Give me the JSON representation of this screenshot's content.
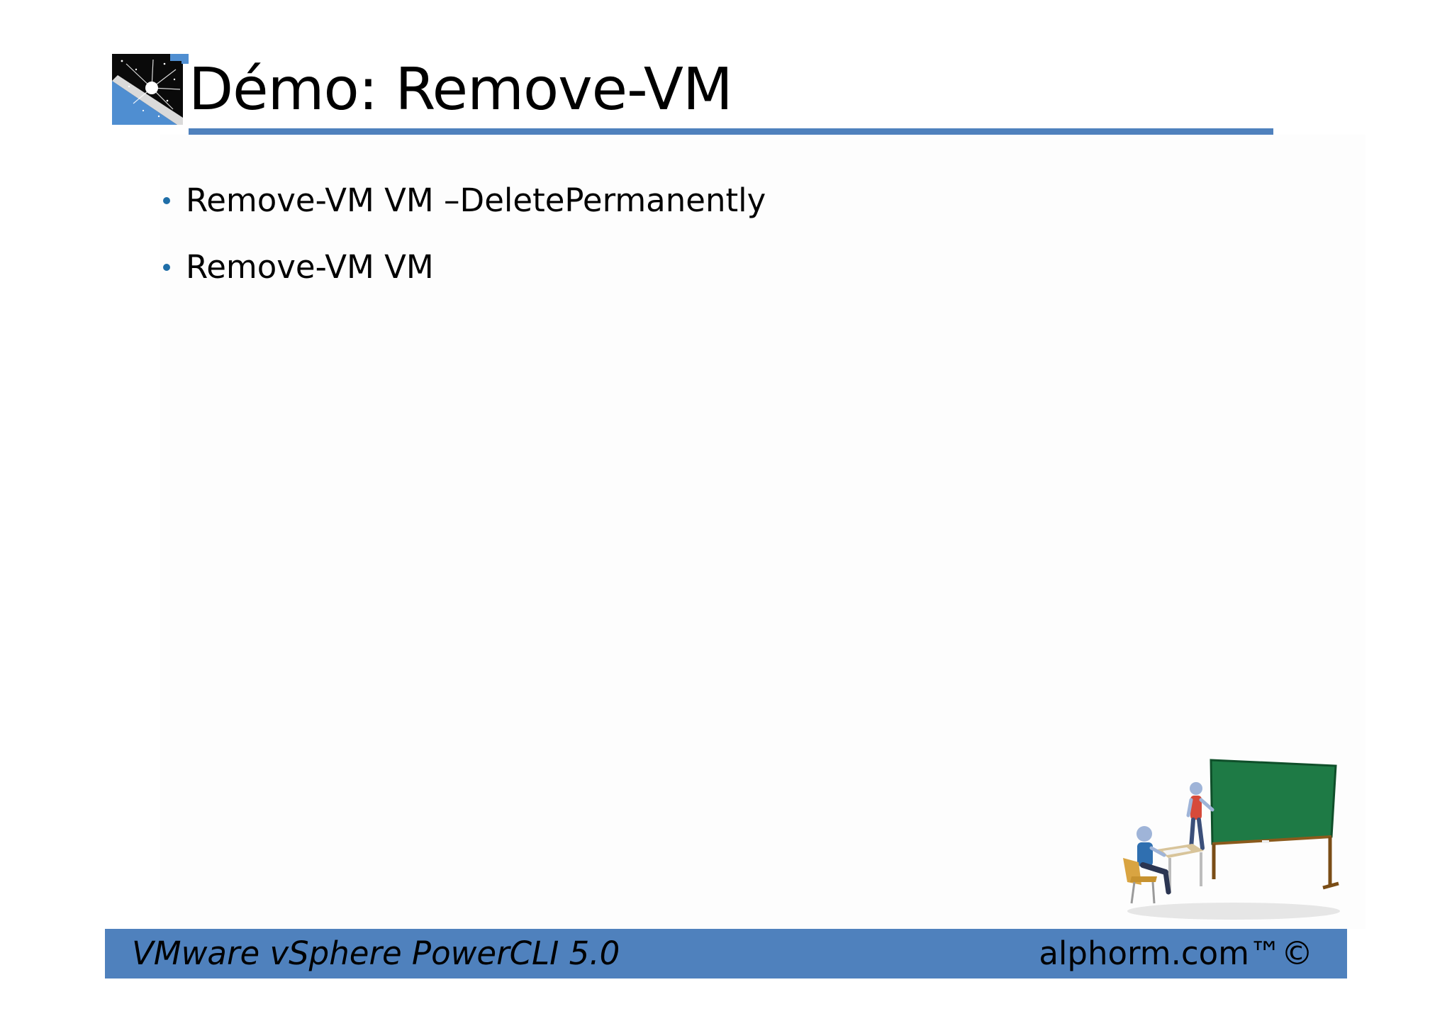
{
  "slide": {
    "title": "Démo: Remove-VM",
    "bullets": [
      "Remove-VM VM –DeletePermanently",
      "Remove-VM VM"
    ]
  },
  "footer": {
    "course": "VMware vSphere PowerCLI 5.0",
    "brand": "alphorm.com™©"
  },
  "colors": {
    "accent": "#4f81bd",
    "bullet": "#1f6ea8",
    "chalkboard": "#1e7a45"
  },
  "icons": {
    "logo": "starburst-logo-icon",
    "illustration": "classroom-illustration"
  }
}
